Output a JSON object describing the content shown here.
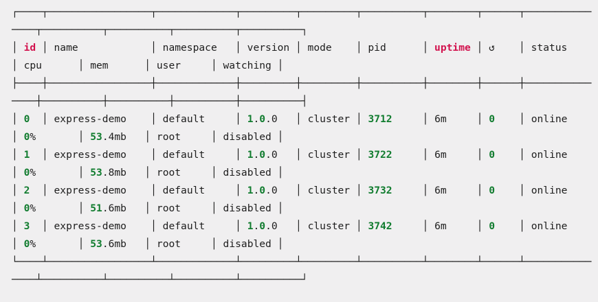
{
  "terminal": {
    "background": "#f0eff0",
    "colors": {
      "text": "#1d1d1d",
      "green": "#117c2f",
      "red": "#d2124e"
    },
    "lines": [
      [
        [
          "t",
          "┌────┬─────────────────┬─────────────┬─────────┬─────────┬──────────┬────────┬──────┬───────────"
        ]
      ],
      [
        [
          "t",
          "────┬──────────┬──────────┬──────────┬──────────┐"
        ]
      ],
      [
        [
          "t",
          "│ "
        ],
        [
          "r",
          "id"
        ],
        [
          "t",
          " │ name            │ namespace   │ version │ mode    │ pid      │ "
        ],
        [
          "r",
          "uptime"
        ],
        [
          "t",
          " │ ↺    │ status    "
        ]
      ],
      [
        [
          "t",
          "│ cpu      │ mem      │ user     │ watching │"
        ]
      ],
      [
        [
          "t",
          "├────┼─────────────────┼─────────────┼─────────┼─────────┼──────────┼────────┼──────┼───────────"
        ]
      ],
      [
        [
          "t",
          "────┼──────────┼──────────┼──────────┼──────────┤"
        ]
      ],
      [
        [
          "t",
          "│ "
        ],
        [
          "g",
          "0"
        ],
        [
          "t",
          "  │ express-demo    │ default     │ "
        ],
        [
          "g",
          "1"
        ],
        [
          "t",
          "."
        ],
        [
          "g",
          "0"
        ],
        [
          "t",
          ".0   │ cluster │ "
        ],
        [
          "g",
          "3712"
        ],
        [
          "t",
          "     │ 6m     │ "
        ],
        [
          "g",
          "0"
        ],
        [
          "t",
          "    │ online    "
        ]
      ],
      [
        [
          "t",
          "│ "
        ],
        [
          "g",
          "0"
        ],
        [
          "t",
          "%       │ "
        ],
        [
          "g",
          "53"
        ],
        [
          "t",
          ".4mb   │ root     │ disabled │"
        ]
      ],
      [
        [
          "t",
          "│ "
        ],
        [
          "g",
          "1"
        ],
        [
          "t",
          "  │ express-demo    │ default     │ "
        ],
        [
          "g",
          "1"
        ],
        [
          "t",
          "."
        ],
        [
          "g",
          "0"
        ],
        [
          "t",
          ".0   │ cluster │ "
        ],
        [
          "g",
          "3722"
        ],
        [
          "t",
          "     │ 6m     │ "
        ],
        [
          "g",
          "0"
        ],
        [
          "t",
          "    │ online    "
        ]
      ],
      [
        [
          "t",
          "│ "
        ],
        [
          "g",
          "0"
        ],
        [
          "t",
          "%       │ "
        ],
        [
          "g",
          "53"
        ],
        [
          "t",
          ".8mb   │ root     │ disabled │"
        ]
      ],
      [
        [
          "t",
          "│ "
        ],
        [
          "g",
          "2"
        ],
        [
          "t",
          "  │ express-demo    │ default     │ "
        ],
        [
          "g",
          "1"
        ],
        [
          "t",
          "."
        ],
        [
          "g",
          "0"
        ],
        [
          "t",
          ".0   │ cluster │ "
        ],
        [
          "g",
          "3732"
        ],
        [
          "t",
          "     │ 6m     │ "
        ],
        [
          "g",
          "0"
        ],
        [
          "t",
          "    │ online    "
        ]
      ],
      [
        [
          "t",
          "│ "
        ],
        [
          "g",
          "0"
        ],
        [
          "t",
          "%       │ "
        ],
        [
          "g",
          "51"
        ],
        [
          "t",
          ".6mb   │ root     │ disabled │"
        ]
      ],
      [
        [
          "t",
          "│ "
        ],
        [
          "g",
          "3"
        ],
        [
          "t",
          "  │ express-demo    │ default     │ "
        ],
        [
          "g",
          "1"
        ],
        [
          "t",
          "."
        ],
        [
          "g",
          "0"
        ],
        [
          "t",
          ".0   │ cluster │ "
        ],
        [
          "g",
          "3742"
        ],
        [
          "t",
          "     │ 6m     │ "
        ],
        [
          "g",
          "0"
        ],
        [
          "t",
          "    │ online    "
        ]
      ],
      [
        [
          "t",
          "│ "
        ],
        [
          "g",
          "0"
        ],
        [
          "t",
          "%       │ "
        ],
        [
          "g",
          "53"
        ],
        [
          "t",
          ".6mb   │ root     │ disabled │"
        ]
      ],
      [
        [
          "t",
          "└────┴─────────────────┴─────────────┴─────────┴─────────┴──────────┴────────┴──────┴───────────"
        ]
      ],
      [
        [
          "t",
          "────┴──────────┴──────────┴──────────┴──────────┘"
        ]
      ]
    ]
  },
  "process_table": {
    "columns": [
      "id",
      "name",
      "namespace",
      "version",
      "mode",
      "pid",
      "uptime",
      "↺",
      "status",
      "cpu",
      "mem",
      "user",
      "watching"
    ],
    "rows": [
      {
        "id": "0",
        "name": "express-demo",
        "namespace": "default",
        "version": "1.0.0",
        "mode": "cluster",
        "pid": "3712",
        "uptime": "6m",
        "restarts": "0",
        "status": "online",
        "cpu": "0%",
        "mem": "53.4mb",
        "user": "root",
        "watching": "disabled"
      },
      {
        "id": "1",
        "name": "express-demo",
        "namespace": "default",
        "version": "1.0.0",
        "mode": "cluster",
        "pid": "3722",
        "uptime": "6m",
        "restarts": "0",
        "status": "online",
        "cpu": "0%",
        "mem": "53.8mb",
        "user": "root",
        "watching": "disabled"
      },
      {
        "id": "2",
        "name": "express-demo",
        "namespace": "default",
        "version": "1.0.0",
        "mode": "cluster",
        "pid": "3732",
        "uptime": "6m",
        "restarts": "0",
        "status": "online",
        "cpu": "0%",
        "mem": "51.6mb",
        "user": "root",
        "watching": "disabled"
      },
      {
        "id": "3",
        "name": "express-demo",
        "namespace": "default",
        "version": "1.0.0",
        "mode": "cluster",
        "pid": "3742",
        "uptime": "6m",
        "restarts": "0",
        "status": "online",
        "cpu": "0%",
        "mem": "53.6mb",
        "user": "root",
        "watching": "disabled"
      }
    ]
  }
}
